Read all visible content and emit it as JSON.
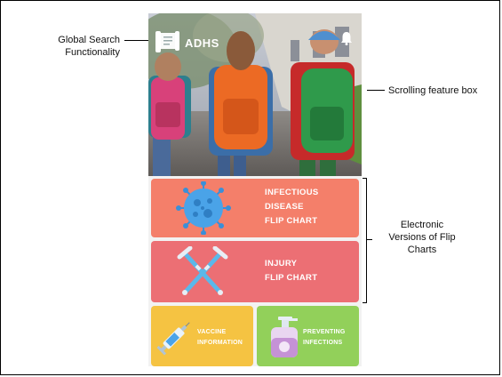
{
  "annotations": {
    "global_search": [
      "Global Search",
      "Functionality"
    ],
    "scrolling_box": "Scrolling feature box",
    "flip_charts": [
      "Electronic",
      "Versions of Flip",
      "Charts"
    ]
  },
  "app": {
    "title": "ADHS",
    "logo_icon": "scroll-logo-icon",
    "notification_icon": "bell-icon"
  },
  "cards": [
    {
      "lines": [
        "INFECTIOUS",
        "DISEASE",
        "FLIP CHART"
      ],
      "color": "#f47f6a",
      "icon": "virus-icon"
    },
    {
      "lines": [
        "INJURY",
        "FLIP CHART"
      ],
      "color": "#ec6f74",
      "icon": "crutches-icon"
    },
    {
      "lines": [
        "VACCINE",
        "INFORMATION"
      ],
      "color": "#f5c342",
      "icon": "syringe-icon"
    },
    {
      "lines": [
        "PREVENTING",
        "INFECTIONS"
      ],
      "color": "#92d05a",
      "icon": "soap-dispenser-icon"
    }
  ],
  "colors": {
    "backpack_pink": "#d8417a",
    "backpack_orange": "#ec6a24",
    "backpack_green": "#2f9a4b"
  }
}
